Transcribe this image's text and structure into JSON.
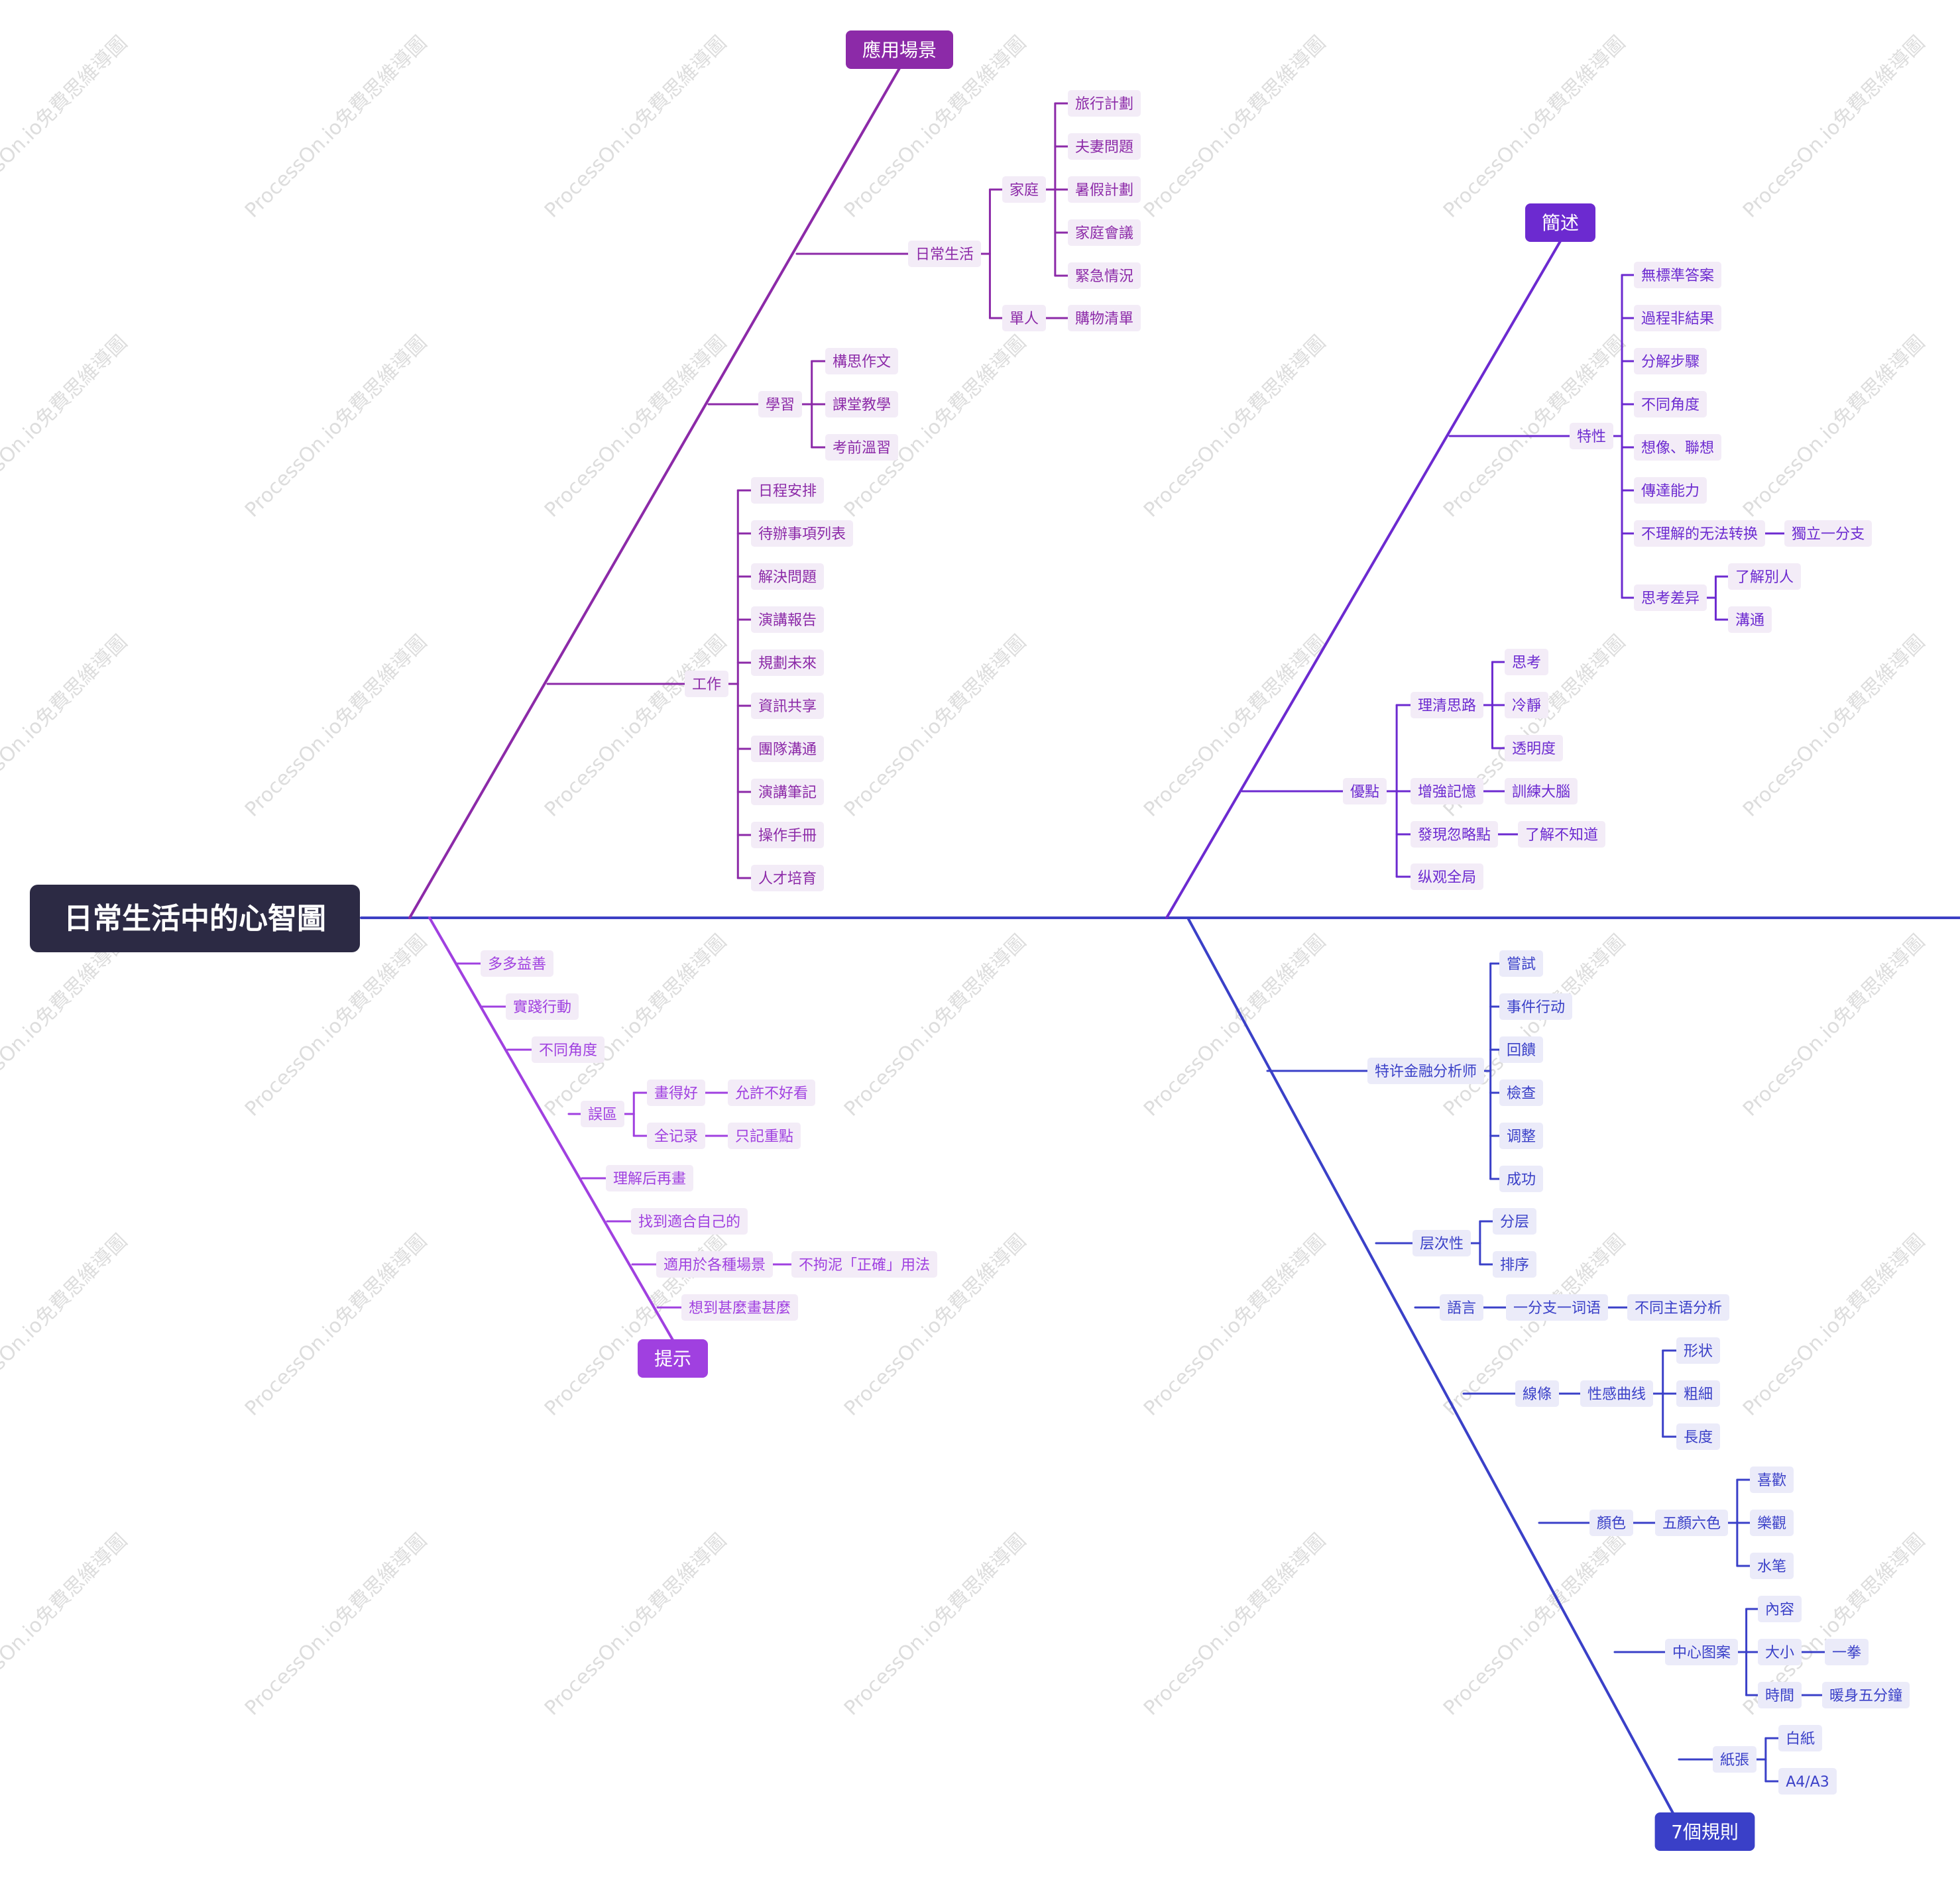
{
  "watermark": "ProcessOn.io免費思維導圖",
  "colors": {
    "center_bg": "#2c2a44",
    "spine": "#3c3fc4",
    "apps": "#8c2aa8",
    "intro": "#6c2ad0",
    "hints": "#a040e0",
    "rules": "#3a40c8",
    "leaf_bg": "#f3ecf7",
    "leaf_bg_blue": "#ebebf9"
  },
  "center": {
    "label": "日常生活中的心智圖",
    "icon": ""
  },
  "categories": {
    "apps": {
      "label": "應用場景"
    },
    "intro": {
      "label": "簡述"
    },
    "hints": {
      "label": "提示"
    },
    "rules": {
      "label": "7個規則"
    }
  },
  "apps": {
    "daily": {
      "label": "日常生活",
      "home": {
        "label": "家庭",
        "items": [
          "旅行計劃",
          "夫妻問題",
          "暑假計劃",
          "家庭會議",
          "緊急情況"
        ]
      },
      "single": {
        "label": "單人",
        "items": [
          "購物清單"
        ]
      }
    },
    "study": {
      "label": "學習",
      "items": [
        "構思作文",
        "課堂教學",
        "考前溫習"
      ]
    },
    "work": {
      "label": "工作",
      "items": [
        "日程安排",
        "待辦事項列表",
        "解決問題",
        "演講報告",
        "規劃未來",
        "資訊共享",
        "團隊溝通",
        "演講筆記",
        "操作手冊",
        "人才培育"
      ]
    }
  },
  "intro": {
    "traits": {
      "label": "特性",
      "items": [
        "無標準答案",
        "過程非結果",
        "分解步驟",
        "不同角度",
        "想像、聯想",
        "傳達能力"
      ],
      "convert": {
        "label": "不理解的无法转换",
        "child": "獨立一分支"
      },
      "diff": {
        "label": "思考差异",
        "items": [
          "了解別人",
          "溝通"
        ]
      }
    },
    "pros": {
      "label": "優點",
      "clear": {
        "label": "理清思路",
        "items": [
          "思考",
          "冷靜",
          "透明度"
        ]
      },
      "memory": {
        "label": "增強記憶",
        "child": "訓練大腦"
      },
      "find": {
        "label": "發現忽略點",
        "child": "了解不知道"
      },
      "overview": {
        "label": "纵观全局"
      }
    }
  },
  "hints": {
    "items1": [
      "多多益善",
      "實踐行動",
      "不同角度"
    ],
    "misc": {
      "label": "誤區",
      "a": {
        "label": "畫得好",
        "child": "允許不好看"
      },
      "b": {
        "label": "全记录",
        "child": "只記重點"
      }
    },
    "items2": [
      "理解后再畫",
      "找到適合自己的"
    ],
    "scene": {
      "label": "適用於各種場景",
      "child": "不拘泥「正確」用法"
    },
    "last": "想到甚麼畫甚麼"
  },
  "rules": {
    "analyst": {
      "label": "特许金融分析师",
      "items": [
        "嘗試",
        "事件行动",
        "回饋",
        "檢查",
        "调整",
        "成功"
      ]
    },
    "layer": {
      "label": "层次性",
      "items": [
        "分层",
        "排序"
      ]
    },
    "lang": {
      "label": "語言",
      "child": "一分支一词语",
      "grandchild": "不同主语分析"
    },
    "line": {
      "label": "線條",
      "child": "性感曲线",
      "items": [
        "形状",
        "粗細",
        "長度"
      ]
    },
    "color": {
      "label": "顏色",
      "child": "五顏六色",
      "items": [
        "喜歡",
        "樂觀",
        "水笔"
      ]
    },
    "image": {
      "label": "中心图案",
      "content": "內容",
      "size": {
        "label": "大小",
        "child": "一拳"
      },
      "time": {
        "label": "時間",
        "child": "暖身五分鐘"
      }
    },
    "paper": {
      "label": "紙張",
      "items": [
        "白紙",
        "A4/A3"
      ]
    }
  }
}
